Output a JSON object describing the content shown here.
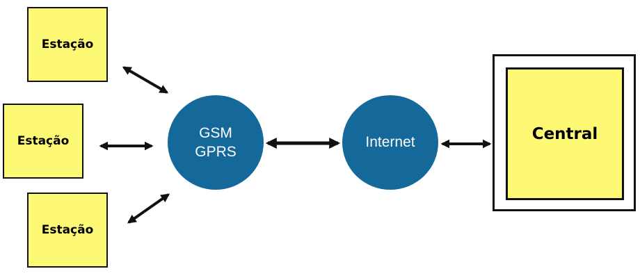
{
  "stations": [
    {
      "label": "Estação"
    },
    {
      "label": "Estação"
    },
    {
      "label": "Estação"
    }
  ],
  "network": {
    "gsm_line1": "GSM",
    "gsm_line2": "GPRS",
    "internet": "Internet"
  },
  "central": {
    "label": "Central"
  },
  "colors": {
    "box_fill": "#fdf975",
    "circle_fill": "#15689a",
    "arrow": "#111111"
  }
}
